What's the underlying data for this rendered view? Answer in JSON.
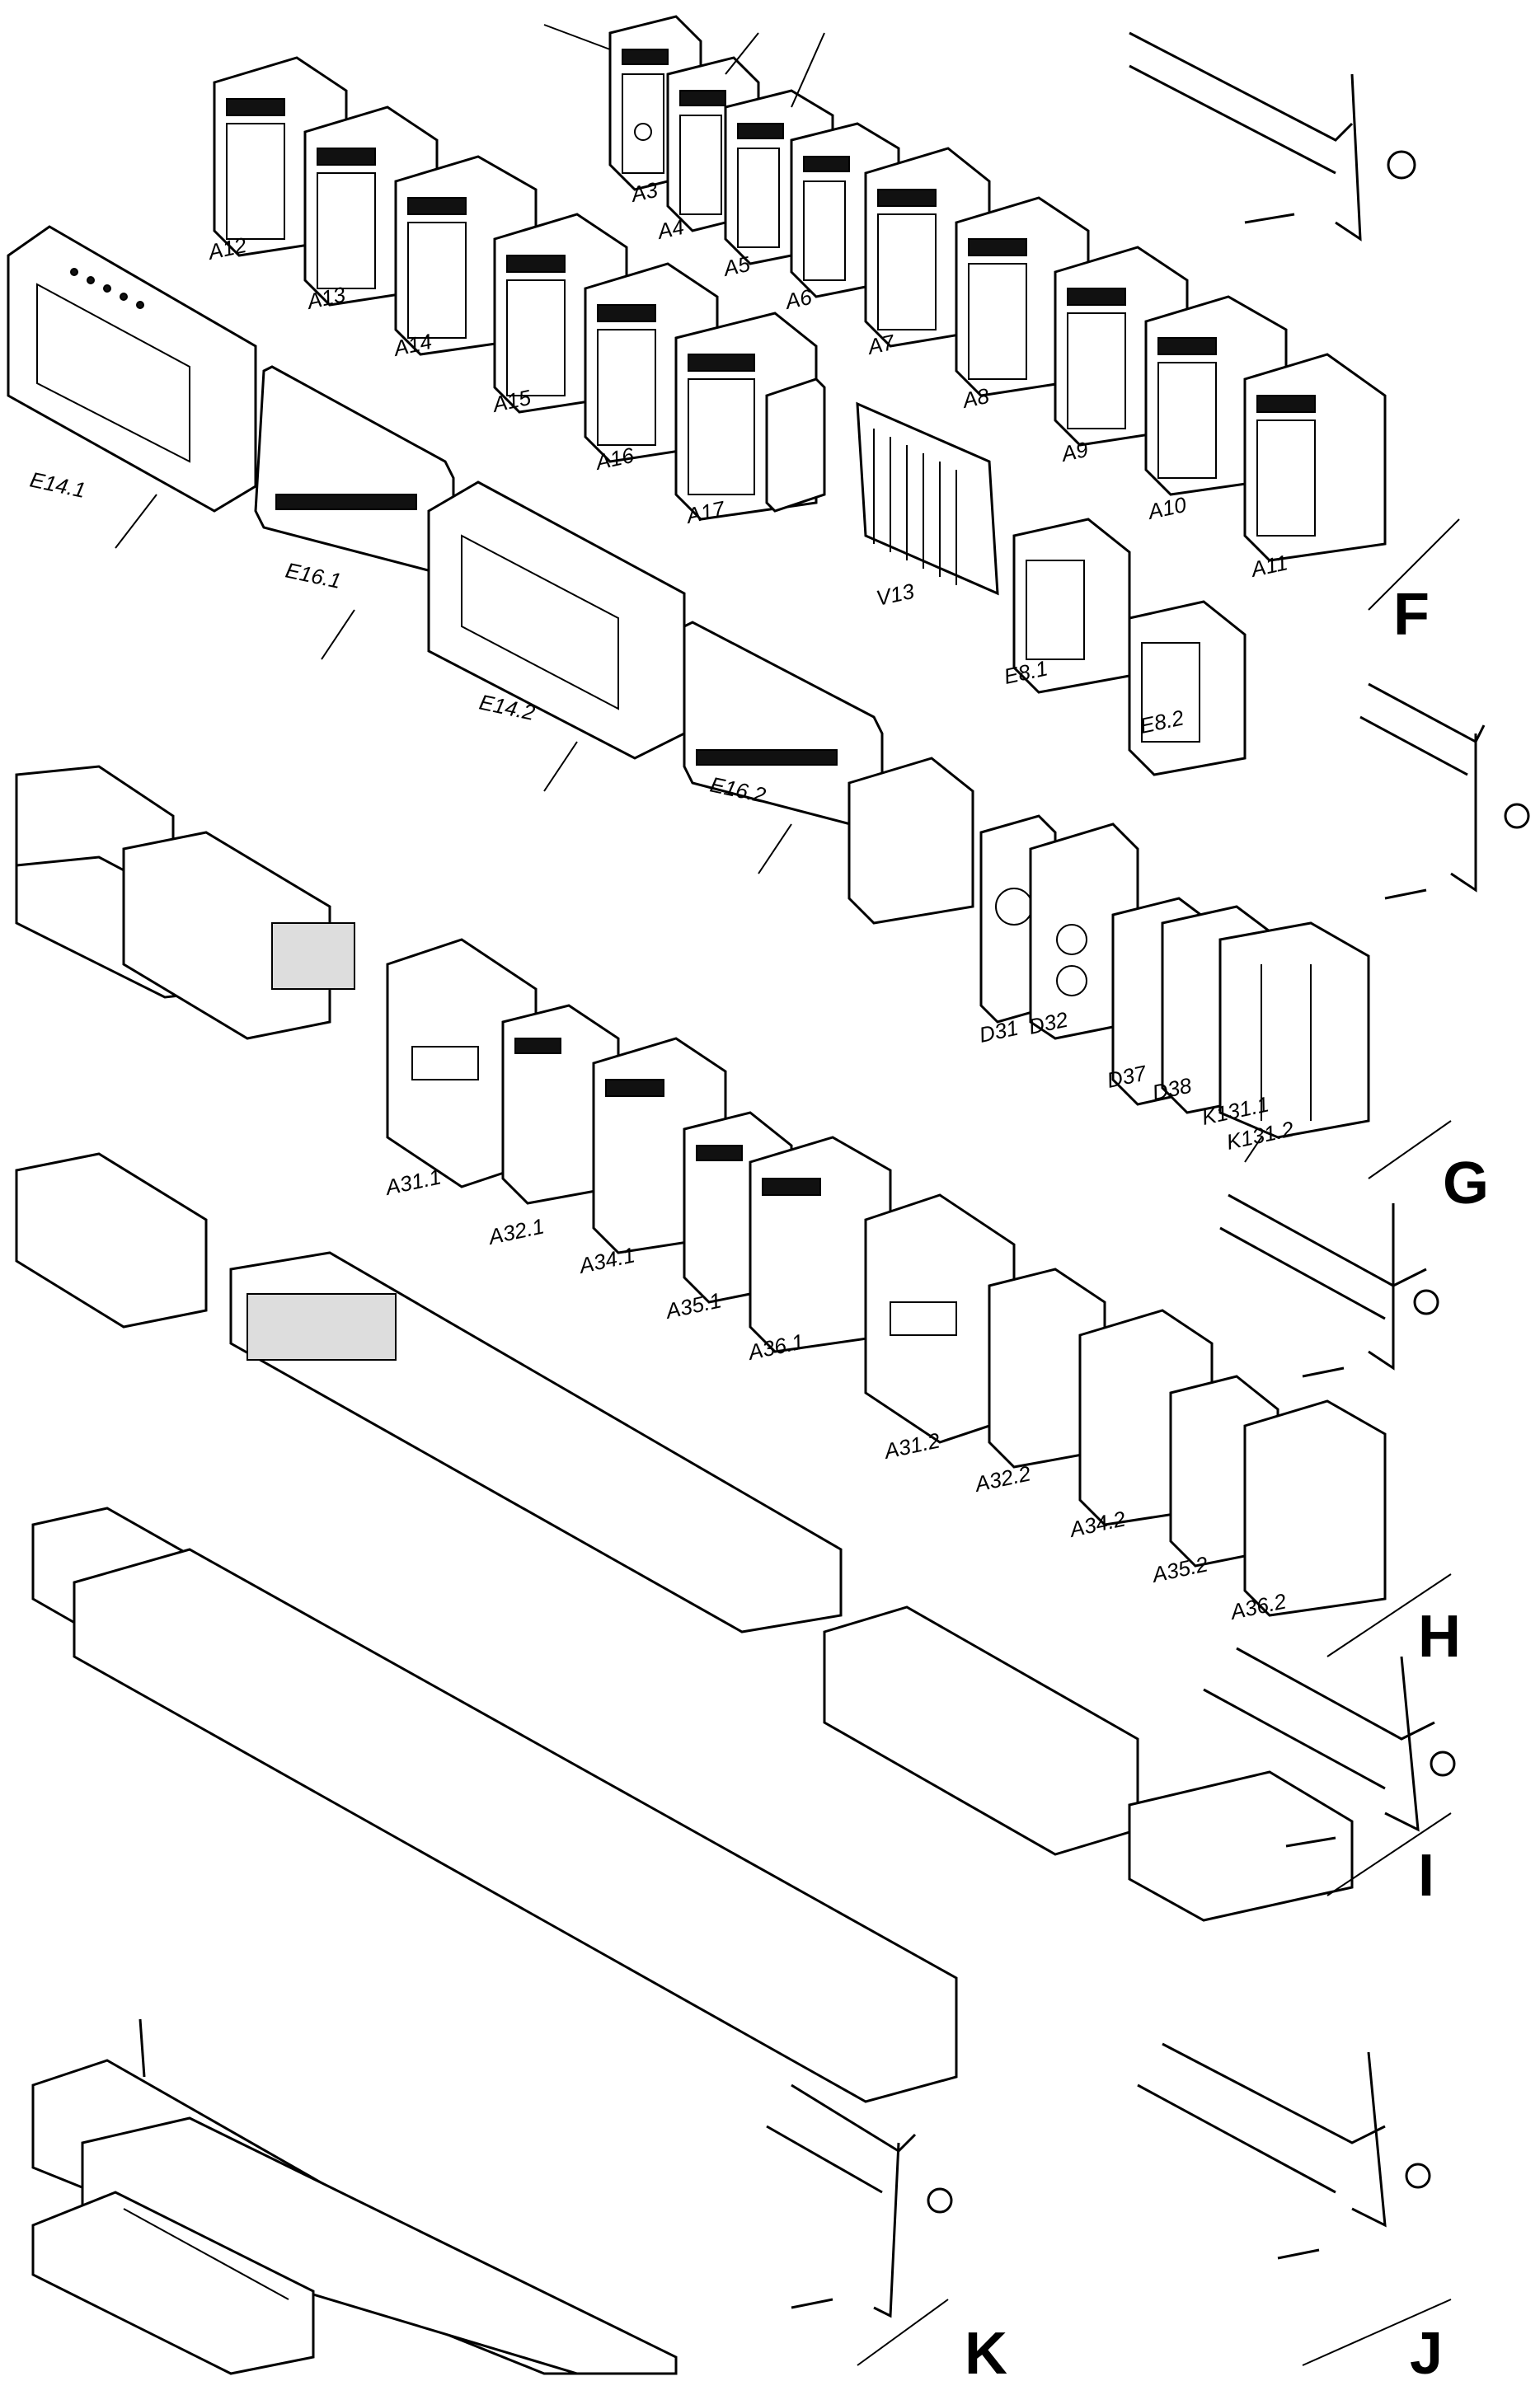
{
  "labels": {
    "A3": "A3",
    "A4": "A4",
    "A5": "A5",
    "A6": "A6",
    "A7": "A7",
    "A8": "A8",
    "A9": "A9",
    "A10": "A10",
    "A11": "A11",
    "A12": "A12",
    "A13": "A13",
    "A14": "A14",
    "A15": "A15",
    "A16": "A16",
    "A17": "A17",
    "E14_1": "E14.1",
    "E16_1": "E16.1",
    "E14_2": "E14.2",
    "E16_2": "E16.2",
    "V13": "V13",
    "E8_1": "E8.1",
    "E8_2": "E8.2",
    "D31": "D31",
    "D32": "D32",
    "D37": "D37",
    "D38": "D38",
    "K131_1": "K131.1",
    "K131_2": "K131.2",
    "A31_1": "A31.1",
    "A32_1": "A32.1",
    "A34_1": "A34.1",
    "A35_1": "A35.1",
    "A36_1": "A36.1",
    "A31_2": "A31.2",
    "A32_2": "A32.2",
    "A34_2": "A34.2",
    "A35_2": "A35.2",
    "A36_2": "A36.2"
  },
  "section_letters": {
    "F": "F",
    "G": "G",
    "H": "H",
    "I": "I",
    "J": "J",
    "K": "K"
  }
}
